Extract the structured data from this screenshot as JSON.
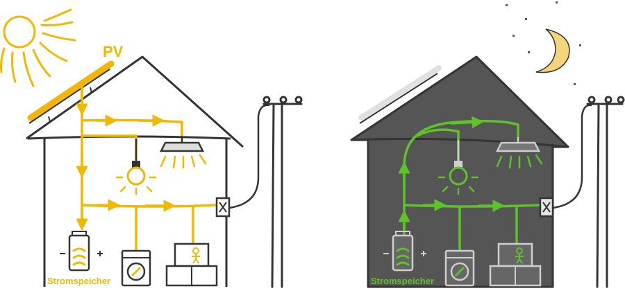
{
  "labels": {
    "pv": "PV",
    "storage_day": "Stromspeicher",
    "storage_night": "Stromspeicher"
  },
  "colors": {
    "sun": "#f2b705",
    "day_flow": "#f0b800",
    "night_flow": "#5ec22b",
    "line": "#333333",
    "house_night": "#555555",
    "moon": "#f6d47c",
    "night_appliance": "#bdbdbd"
  },
  "icons": [
    "sun-icon",
    "moon-icon",
    "star-icon",
    "bulb-icon",
    "ceiling-lamp-icon",
    "battery-icon",
    "washing-machine-icon",
    "tv-icon",
    "meter-icon",
    "power-pole-icon",
    "solar-panel-icon"
  ]
}
